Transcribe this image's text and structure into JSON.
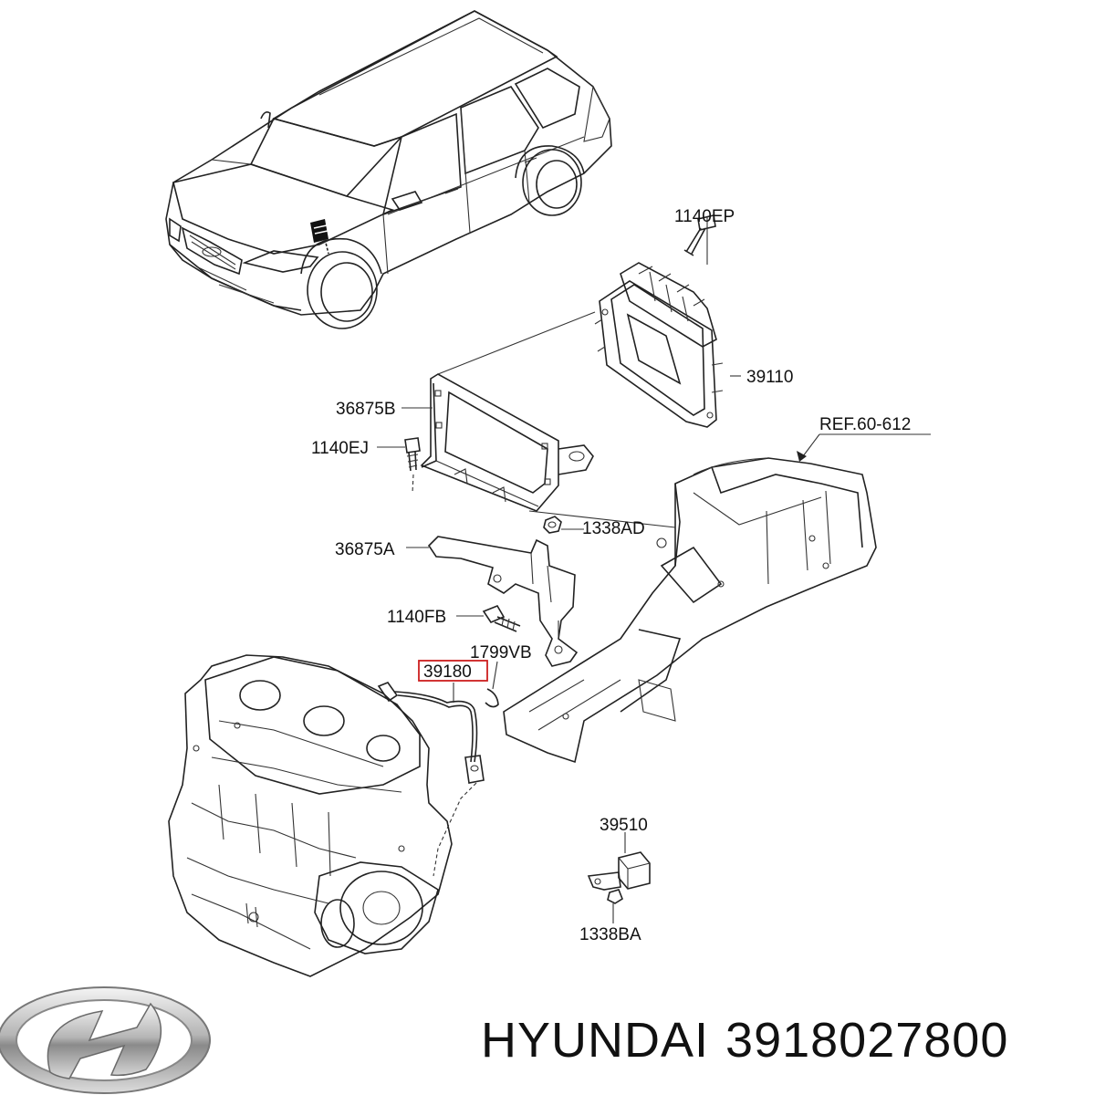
{
  "labels": {
    "p1140EP": "1140EP",
    "p39110": "39110",
    "p36875B": "36875B",
    "p1140EJ": "1140EJ",
    "ref": "REF.60-612",
    "p1338AD": "1338AD",
    "p36875A": "36875A",
    "p1140FB": "1140FB",
    "p1799VB": "1799VB",
    "p39180": "39180",
    "p39510": "39510",
    "p1338BA": "1338BA"
  },
  "brand": {
    "name": "HYUNDAI",
    "part_number": "3918027800"
  },
  "colors": {
    "highlight": "#cc1f1f",
    "line": "#222222"
  },
  "icons": {
    "logo": "hyundai-logo"
  }
}
